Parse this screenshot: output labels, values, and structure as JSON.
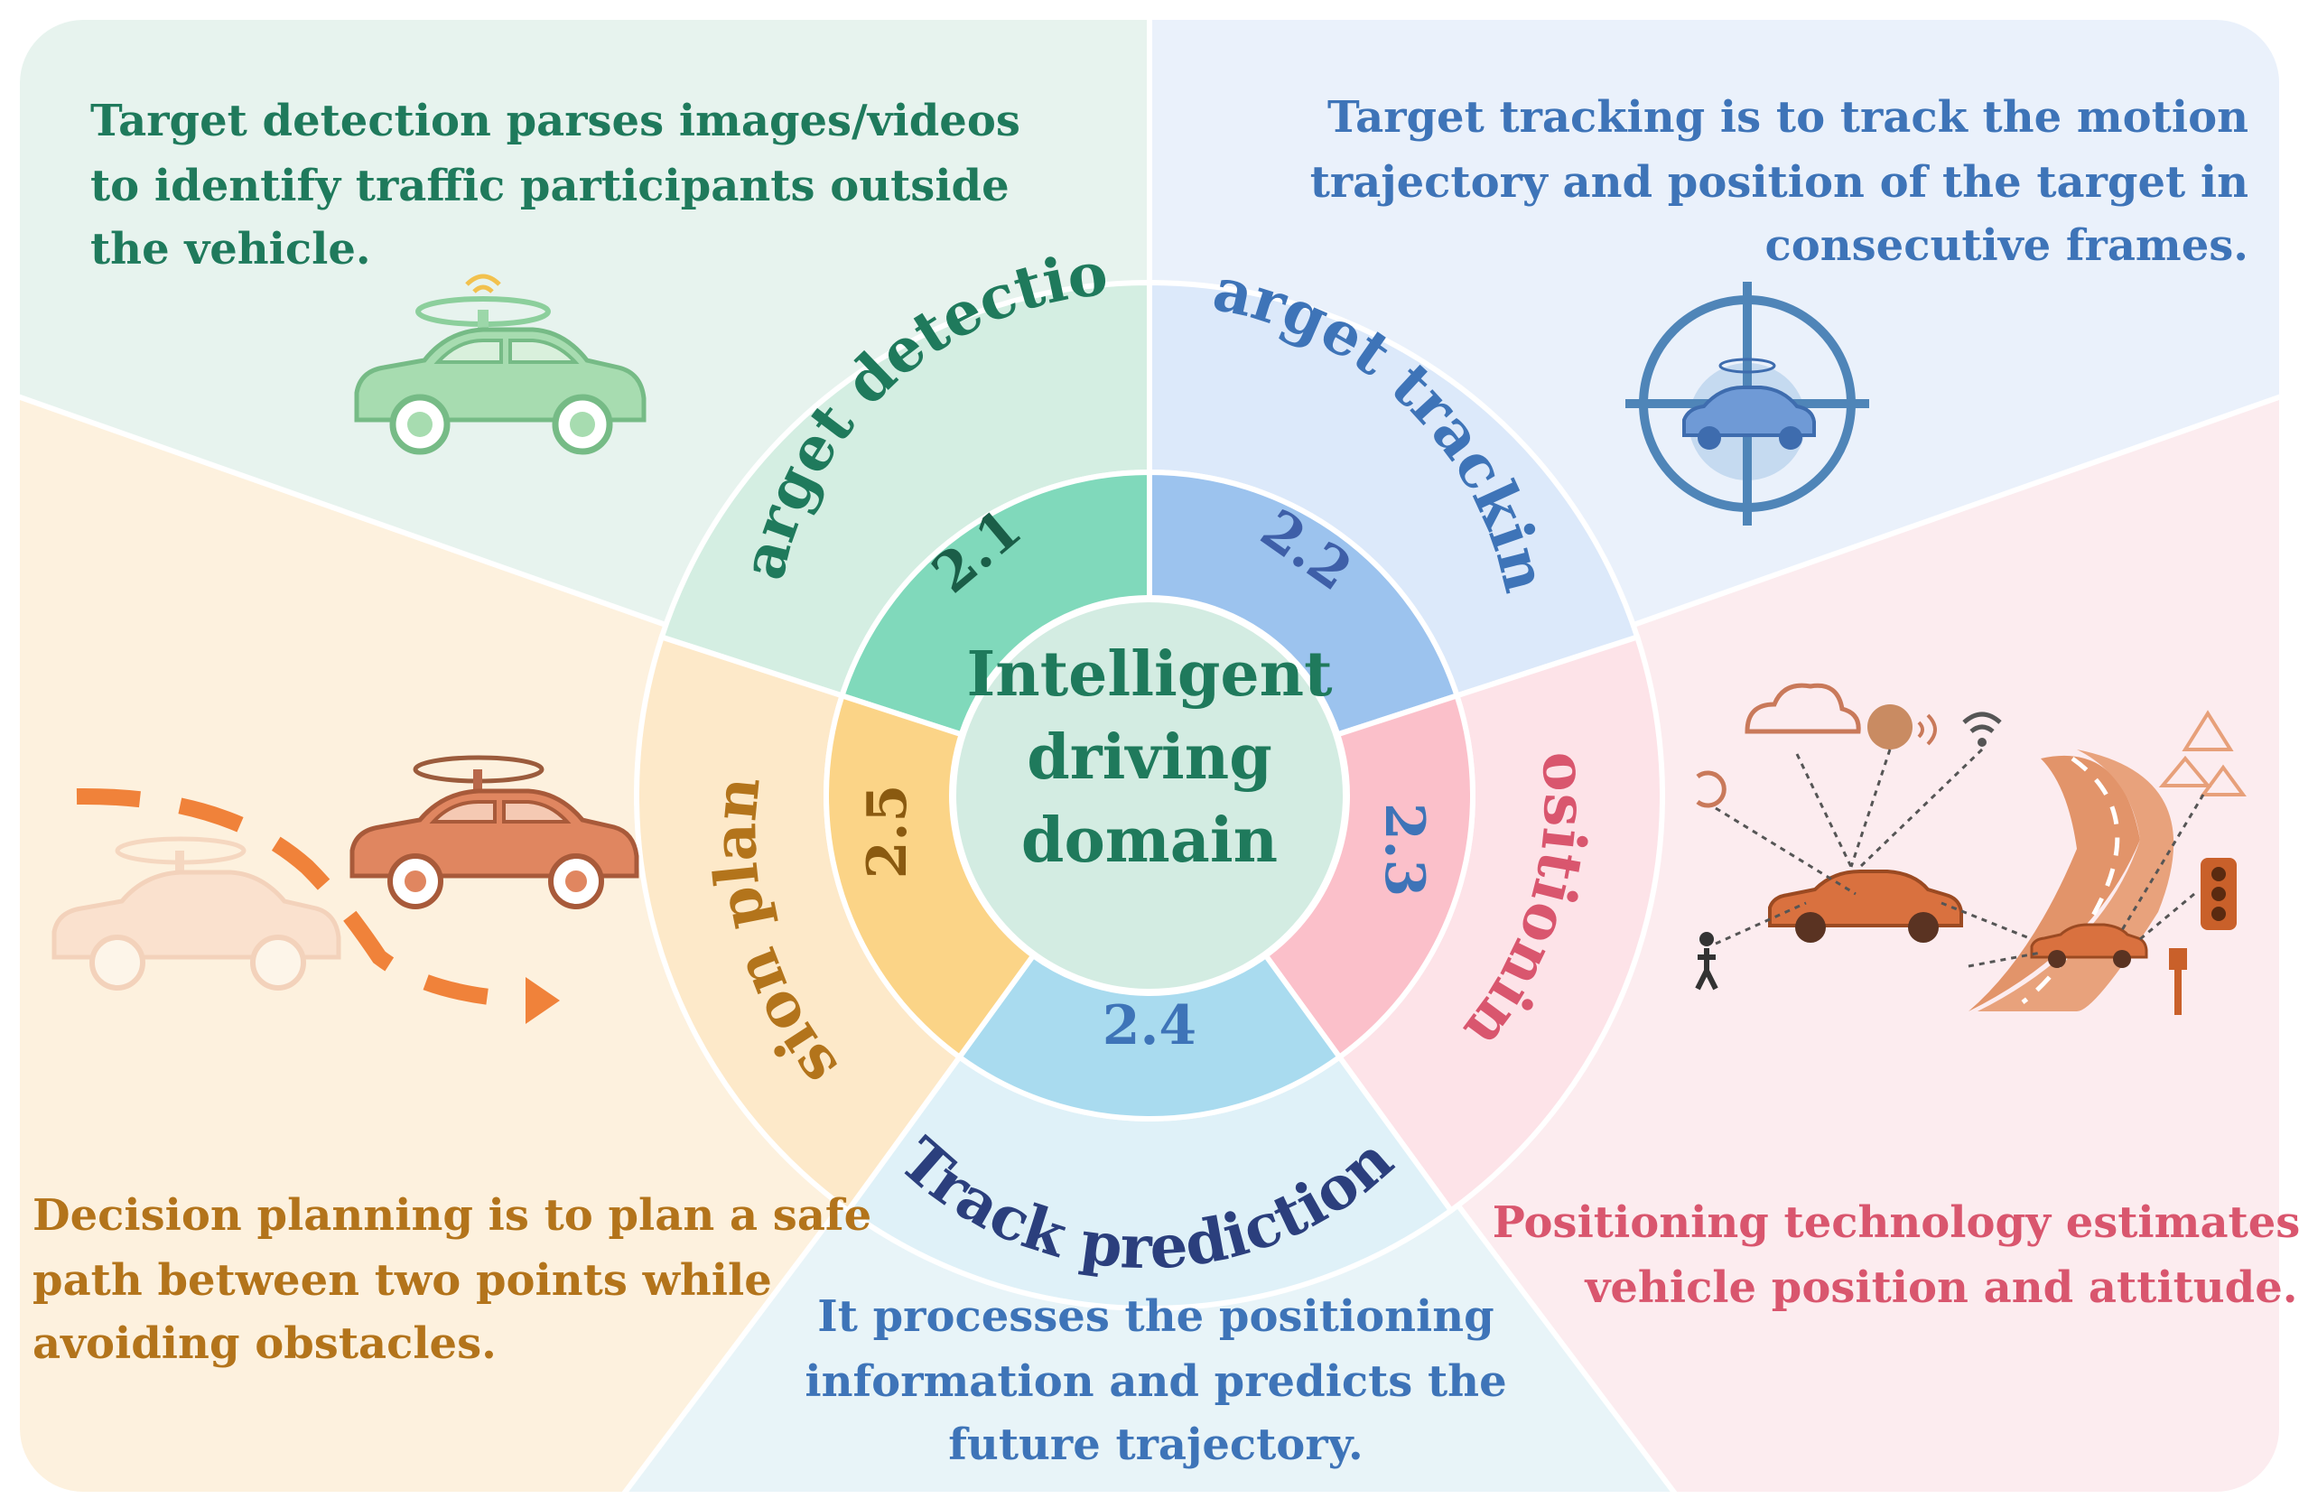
{
  "center": {
    "line1": "Intelligent",
    "line2": "driving",
    "line3": "domain"
  },
  "sections": [
    {
      "number": "2.1",
      "title": "Target detection",
      "description": [
        "Target detection parses images/videos",
        "to identify traffic participants outside",
        "the vehicle."
      ]
    },
    {
      "number": "2.2",
      "title": "Target tracking",
      "description": [
        "Target tracking is to track the motion",
        "trajectory and position of the target in",
        "consecutive frames."
      ]
    },
    {
      "number": "2.3",
      "title": "Positioning",
      "description": [
        "Positioning technology estimates",
        "vehicle position and attitude."
      ]
    },
    {
      "number": "2.4",
      "title": "Track prediction",
      "description": [
        "It processes the positioning",
        "information and predicts the",
        "future trajectory."
      ]
    },
    {
      "number": "2.5",
      "title": "Decision planning",
      "description": [
        "Decision planning is to plan a safe",
        "path between two points while",
        "avoiding obstacles."
      ]
    }
  ],
  "colors": {
    "detection": "#1f7a5c",
    "tracking": "#3e74b8",
    "positioning": "#d9566e",
    "prediction": "#2b3f7d",
    "planning": "#b3741b"
  }
}
